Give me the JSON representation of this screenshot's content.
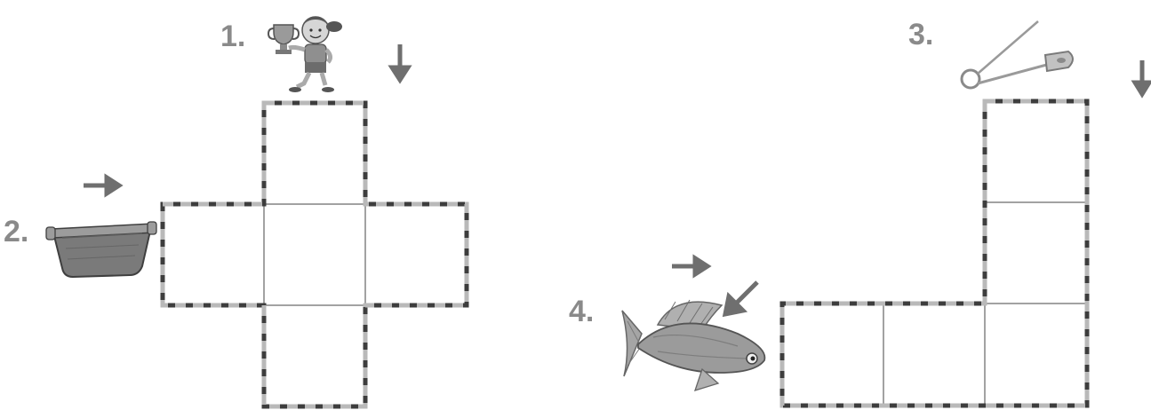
{
  "puzzles": [
    {
      "number_label": "1.",
      "picture": "girl-with-trophy",
      "arrow_direction": "down"
    },
    {
      "number_label": "2.",
      "picture": "plastic-basket",
      "arrow_direction": "right"
    },
    {
      "number_label": "3.",
      "picture": "safety-pin",
      "arrow_direction": "down"
    },
    {
      "number_label": "4.",
      "picture": "fish",
      "arrow_direction": "right"
    }
  ],
  "colors": {
    "outline_dark": "#3d3d3d",
    "outline_dash": "#b9b9b9",
    "label_gray": "#8a8a8a",
    "arrow_gray": "#6f6f6f"
  }
}
